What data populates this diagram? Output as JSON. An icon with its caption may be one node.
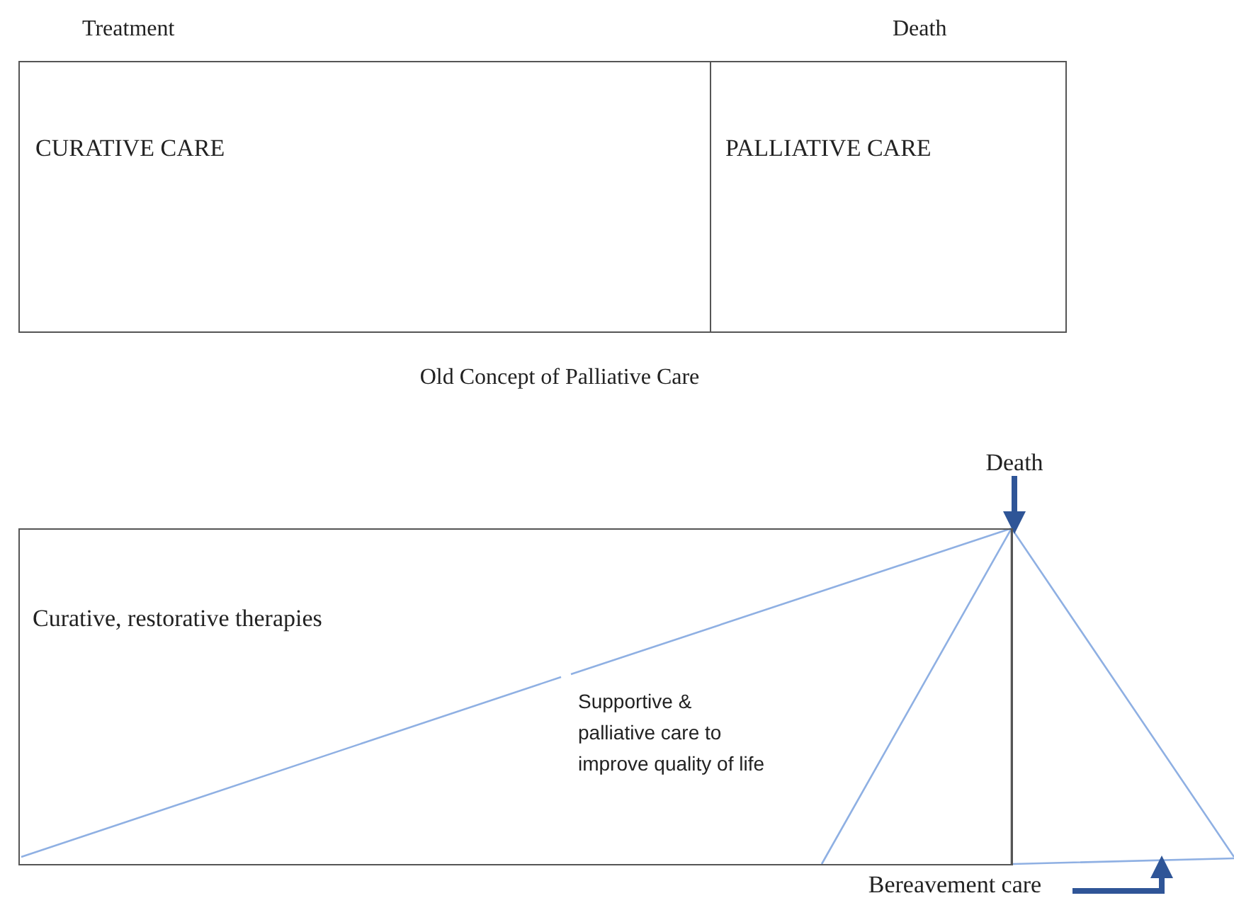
{
  "diagram": {
    "caption": "Old Concept of Palliative Care",
    "nodes": [
      {
        "text": [
          "CURATIVE CARE"
        ]
      },
      {
        "text": [
          "PALLIATIVE CARE"
        ]
      },
      {
        "text": [
          "Curative, restorative therapies"
        ]
      },
      {
        "text": [
          "Death"
        ]
      },
      {
        "text": [
          "Bereavement care"
        ]
      }
    ],
    "edges": [
      {
        "from": 3,
        "to": 2,
        "arrow": "to"
      },
      {
        "from": 4,
        "to": null,
        "arrow": "to"
      }
    ],
    "labels": [
      "Treatment",
      "Death",
      "Supportive & palliative care to improve quality of life"
    ]
  }
}
